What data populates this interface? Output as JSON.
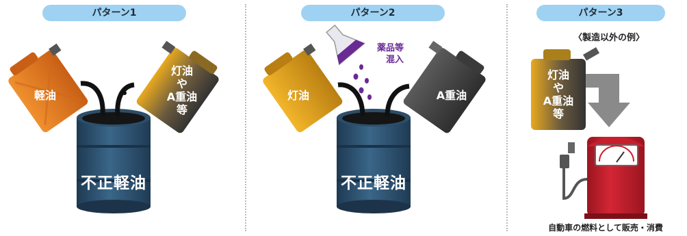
{
  "patterns": [
    {
      "title": "パターン1",
      "can_left": "軽油",
      "can_right": "灯油\nや\nA重油\n等",
      "drum": "不正軽油"
    },
    {
      "title": "パターン2",
      "can_left": "灯油",
      "can_right": "A重油",
      "chemical": "薬品等\n混入",
      "drum": "不正軽油"
    },
    {
      "title": "パターン3",
      "note": "〈製造以外の例〉",
      "can": "灯油\nや\nA重油\n等",
      "caption": "自動車の燃料として販売・消費"
    }
  ],
  "colors": {
    "pill": "#9fd2f2",
    "can_orange": "#e47a24",
    "can_gold": "#e2a51f",
    "can_yellow": "#efb324",
    "can_dark": "#4a4a4a",
    "drum": "#2f5874",
    "pump_red": "#c91f2c",
    "arrow_gray": "#8a8a8a",
    "chemical_purple": "#6a2a94"
  },
  "icons": [
    "jerry-can-icon",
    "oil-drum-icon",
    "flask-icon",
    "fuel-pump-icon",
    "down-arrow-icon"
  ]
}
